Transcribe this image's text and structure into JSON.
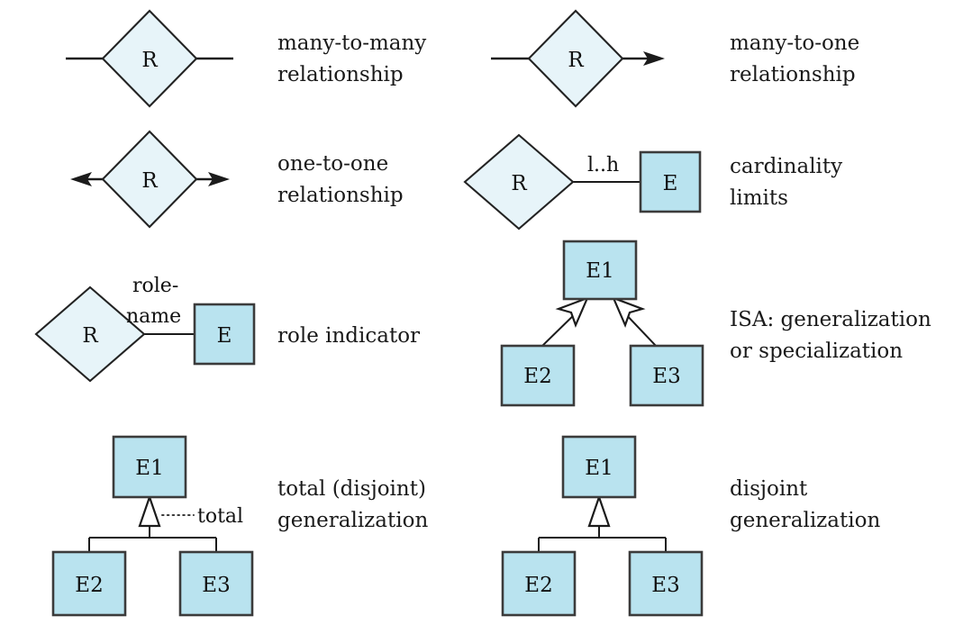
{
  "figure": {
    "kind": "er-notation-legend",
    "background_color": "#ffffff",
    "diamond_fill": "#e7f4f9",
    "entity_fill": "#b9e3ef",
    "line_color": "#1b1b1b"
  },
  "panels": {
    "many_to_many": {
      "symbol": "R",
      "caption_line1": "many-to-many",
      "caption_line2": "relationship"
    },
    "many_to_one": {
      "symbol": "R",
      "caption_line1": "many-to-one",
      "caption_line2": "relationship"
    },
    "one_to_one": {
      "symbol": "R",
      "caption_line1": "one-to-one",
      "caption_line2": "relationship"
    },
    "cardinality_limits": {
      "symbol": "R",
      "entity": "E",
      "edge_label": "l..h",
      "caption_line1": "cardinality",
      "caption_line2": "limits"
    },
    "role_indicator": {
      "symbol": "R",
      "entity": "E",
      "edge_label_line1": "role-",
      "edge_label_line2": "name",
      "caption_line1": "role indicator",
      "caption_line2": ""
    },
    "isa": {
      "parent": "E1",
      "child_left": "E2",
      "child_right": "E3",
      "caption_line1": "ISA: generalization",
      "caption_line2": "or specialization"
    },
    "total_disjoint_generalization": {
      "parent": "E1",
      "child_left": "E2",
      "child_right": "E3",
      "edge_label": "total",
      "caption_line1": "total (disjoint)",
      "caption_line2": "generalization"
    },
    "disjoint_generalization": {
      "parent": "E1",
      "child_left": "E2",
      "child_right": "E3",
      "caption_line1": "disjoint",
      "caption_line2": "generalization"
    }
  }
}
